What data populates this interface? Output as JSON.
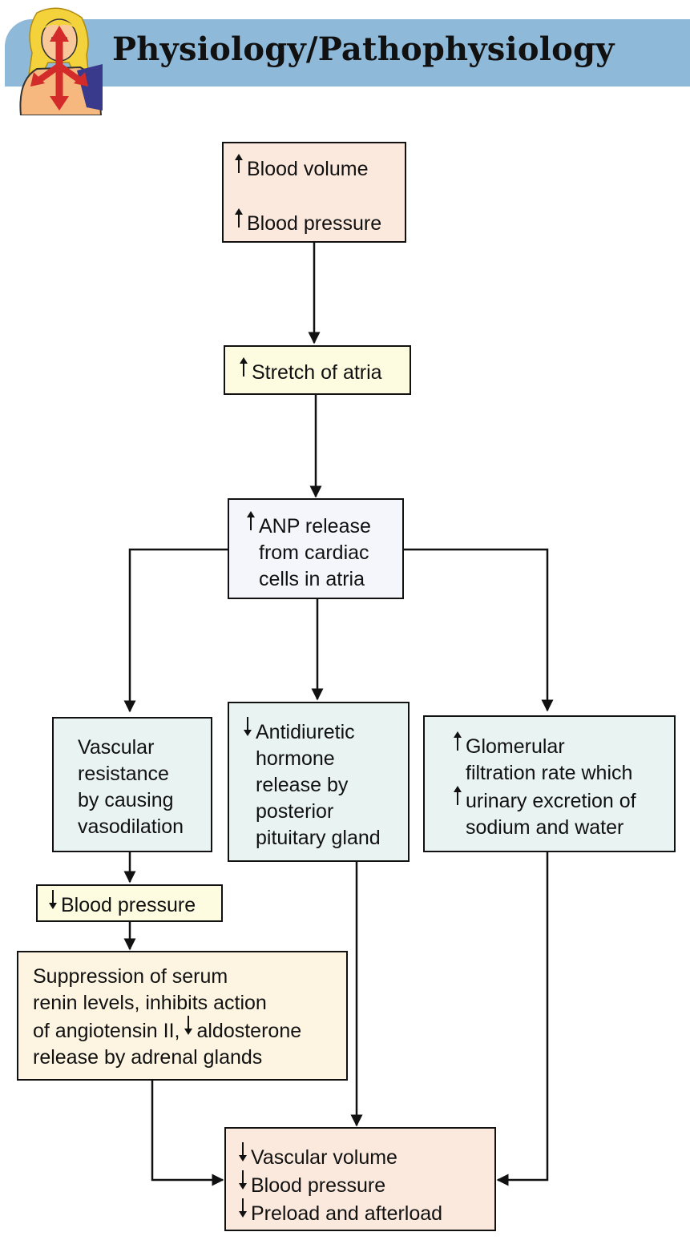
{
  "header": {
    "title": "Physiology/Pathophysiology"
  },
  "icons": {
    "up": "up-arrow-icon",
    "down": "down-arrow-icon",
    "mascot": "person-with-arrows-icon"
  },
  "colors": {
    "banner": "#8fb9d9",
    "peach_box": "#fbe9dd",
    "yellow_box": "#fefce0",
    "lavender_box": "#f4f6fb",
    "mint_box": "#e9f3f1",
    "cream_box": "#fdf5e2"
  },
  "nodes": {
    "blood_volume": {
      "line1": "Blood volume",
      "line2": "Blood pressure"
    },
    "stretch": {
      "text": "Stretch of atria"
    },
    "anp": {
      "line1": "ANP release",
      "line2": "from cardiac",
      "line3": "cells in atria"
    },
    "vascular": {
      "line1": "Vascular",
      "line2": "resistance",
      "line3": "by causing",
      "line4": "vasodilation"
    },
    "adh": {
      "line1": "Antidiuretic",
      "line2": "hormone",
      "line3": "release by",
      "line4": "posterior",
      "line5": "pituitary gland"
    },
    "gfr": {
      "line1": "Glomerular",
      "line2": "filtration rate which",
      "line3": "urinary excretion of",
      "line4": "sodium and water"
    },
    "bp_down": {
      "text": "Blood pressure"
    },
    "renin": {
      "line1": "Suppression of serum",
      "line2": "renin levels, inhibits action",
      "line3_a": "of angiotensin II,",
      "line3_b": "aldosterone",
      "line4": "release by adrenal glands"
    },
    "result": {
      "line1": "Vascular volume",
      "line2": "Blood pressure",
      "line3": "Preload and afterload"
    }
  }
}
